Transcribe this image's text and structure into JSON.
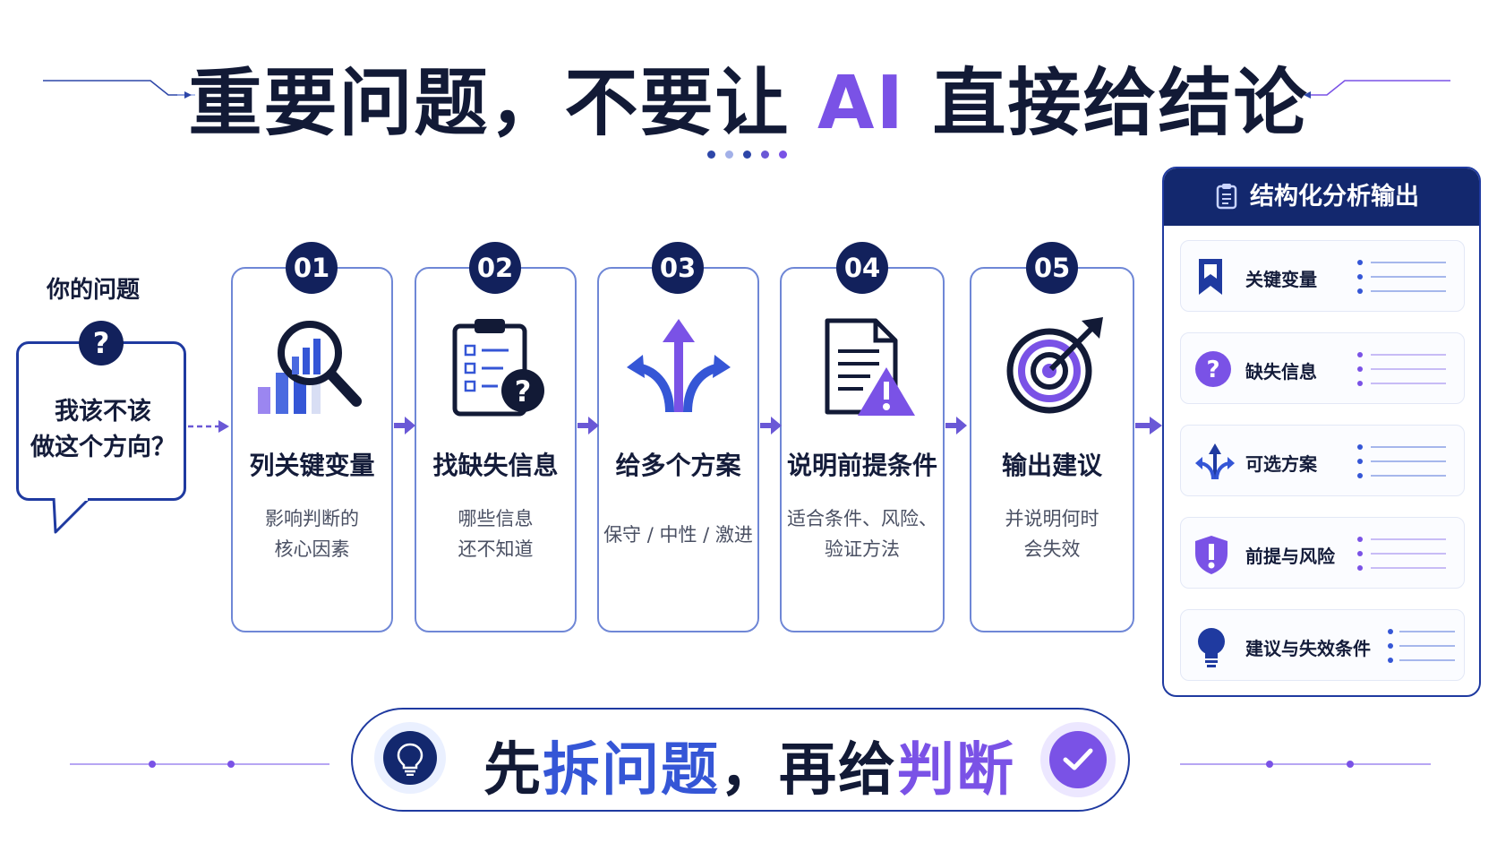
{
  "title": {
    "before": "重要问题，不要让 ",
    "accent": "AI",
    "after": " 直接给结论"
  },
  "question": {
    "label": "你的问题",
    "badge": "?",
    "line1": "我该不该",
    "line2": "做这个方向？"
  },
  "steps": [
    {
      "num": "01",
      "title": "列关键变量",
      "desc1": "影响判断的",
      "desc2": "核心因素",
      "icon": "magnifier-chart-icon"
    },
    {
      "num": "02",
      "title": "找缺失信息",
      "desc1": "哪些信息",
      "desc2": "还不知道",
      "icon": "clipboard-question-icon"
    },
    {
      "num": "03",
      "title": "给多个方案",
      "desc1": "保守 / 中性 / 激进",
      "desc2": "",
      "icon": "branching-arrows-icon"
    },
    {
      "num": "04",
      "title": "说明前提条件",
      "desc1": "适合条件、风险、",
      "desc2": "验证方法",
      "icon": "document-warning-icon"
    },
    {
      "num": "05",
      "title": "输出建议",
      "desc1": "并说明何时",
      "desc2": "会失效",
      "icon": "target-arrow-icon"
    }
  ],
  "output": {
    "header": "结构化分析输出",
    "items": [
      {
        "label": "关键变量",
        "icon": "bookmark-icon"
      },
      {
        "label": "缺失信息",
        "icon": "question-circle-icon"
      },
      {
        "label": "可选方案",
        "icon": "fork-arrows-icon"
      },
      {
        "label": "前提与风险",
        "icon": "shield-alert-icon"
      },
      {
        "label": "建议与失效条件",
        "icon": "lightbulb-icon"
      }
    ]
  },
  "banner": {
    "p1": "先",
    "p2": "拆问题",
    "p3": "，再给",
    "p4": "判断"
  },
  "colors": {
    "navy": "#12215c",
    "blue": "#1f3aa0",
    "purple": "#7a52e6",
    "accent_blue": "#3556d6"
  }
}
